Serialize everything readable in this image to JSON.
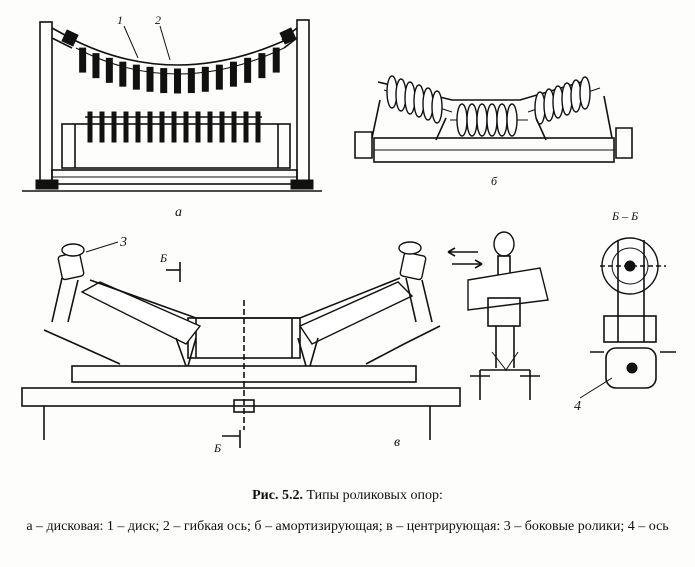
{
  "figure": {
    "label_prefix": "Рис. 5.2.",
    "title": "Типы роликовых опор:",
    "legend": "а – дисковая: 1 – диск; 2 – гибкая ось; б – амортизирующая; в – центрирующая: 3 – боковые ролики; 4 – ось"
  },
  "panels": {
    "a": {
      "letter": "а",
      "callouts": [
        "1",
        "2"
      ]
    },
    "b": {
      "letter": "б"
    },
    "v": {
      "letter": "в",
      "callouts": [
        "3",
        "4"
      ],
      "section_mark": "Б",
      "section_title": "Б – Б"
    }
  }
}
